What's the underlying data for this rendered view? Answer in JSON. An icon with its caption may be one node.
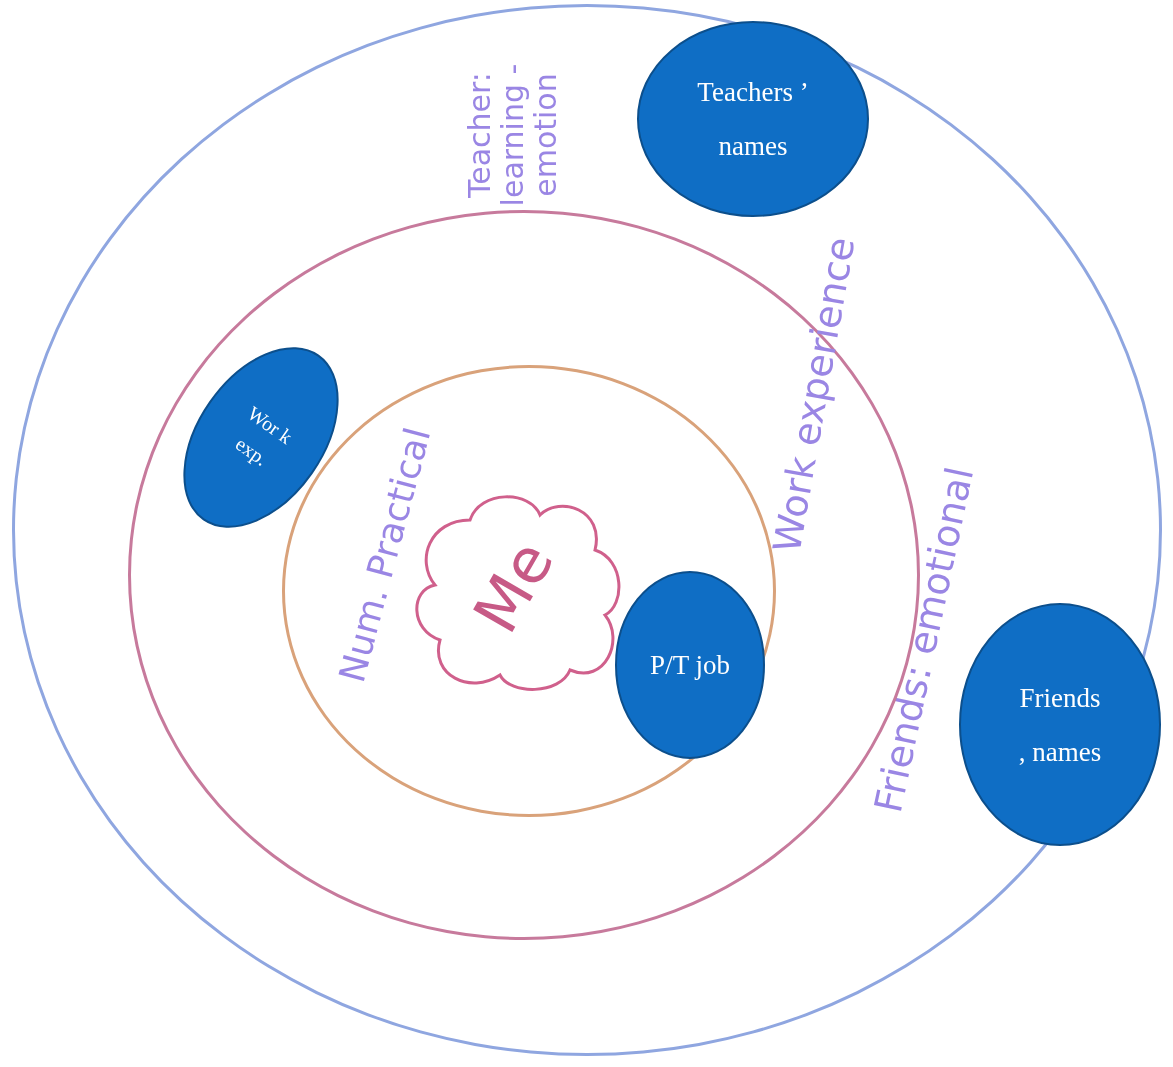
{
  "diagram": {
    "nodes": [
      {
        "text": [
          "Teacher: learning -emotion",
          "Friends: emotional"
        ]
      },
      {
        "text": [
          "Work experience"
        ],
        "in": 0
      },
      {
        "text": [
          "Num. Practical"
        ],
        "in": 1
      },
      {
        "text": [
          "Me"
        ],
        "in": 2
      },
      {
        "text": [
          "Teachers ’ names"
        ],
        "in": 0
      },
      {
        "text": [
          "Wor k exp."
        ],
        "in": 1
      },
      {
        "text": [
          "P/T job"
        ],
        "in": 2
      },
      {
        "text": [
          "Friends , names"
        ],
        "in": 0
      }
    ]
  }
}
